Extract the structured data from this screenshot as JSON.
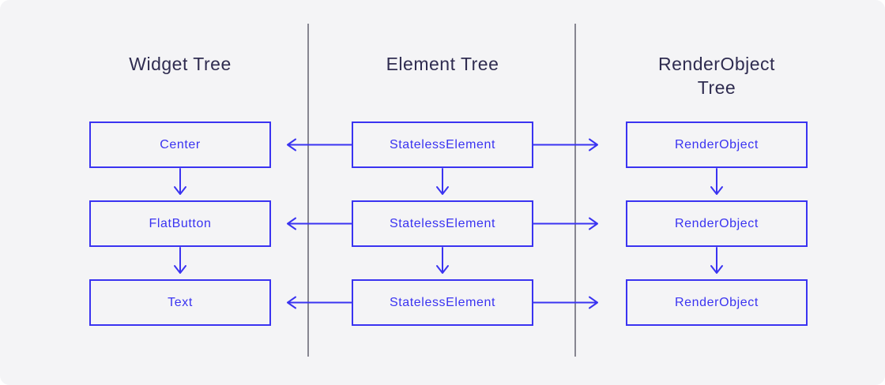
{
  "diagram": {
    "columns": [
      {
        "id": "widget-tree",
        "title": "Widget Tree",
        "boxes": [
          {
            "label": "Center"
          },
          {
            "label": "FlatButton"
          },
          {
            "label": "Text"
          }
        ]
      },
      {
        "id": "element-tree",
        "title": "Element Tree",
        "boxes": [
          {
            "label": "StatelessElement"
          },
          {
            "label": "StatelessElement"
          },
          {
            "label": "StatelessElement"
          }
        ]
      },
      {
        "id": "renderobject-tree",
        "title": "RenderObject Tree",
        "boxes": [
          {
            "label": "RenderObject"
          },
          {
            "label": "RenderObject"
          },
          {
            "label": "RenderObject"
          }
        ]
      }
    ]
  },
  "colors": {
    "accent": "#3a33f1",
    "heading": "#2f2c50",
    "divider": "#73727f",
    "background": "#f4f4f6",
    "page": "#ffffff"
  }
}
